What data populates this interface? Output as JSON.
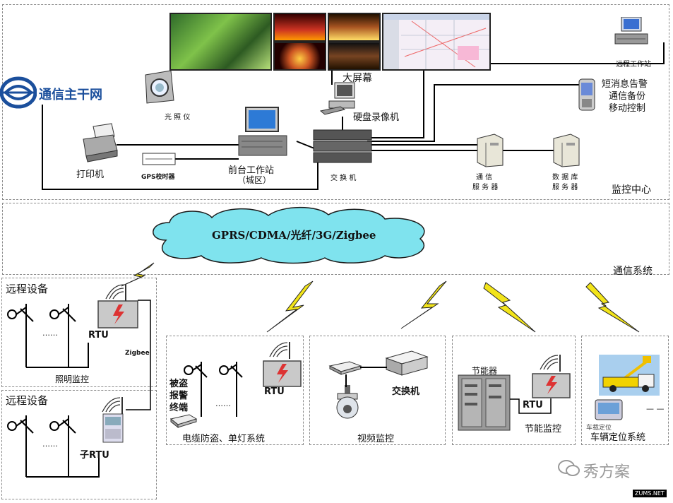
{
  "center": {
    "section_label": "监控中心",
    "big_screen": "大屏幕",
    "remote_workstation": "远程工作站",
    "sms_alarm": [
      "短消息告警",
      "通信备份",
      "移动控制"
    ],
    "dvr": "硬盘录像机",
    "photometer": "光 照 仪",
    "printer": "打印机",
    "gps": "GPS校时器",
    "front_workstation": [
      "前台工作站",
      "（城区）"
    ],
    "switch": "交 换 机",
    "comm_server": [
      "通   信",
      "服 务 器"
    ],
    "db_server": [
      "数 据 库",
      "服 务 器"
    ],
    "backbone": "通信主干网"
  },
  "network": {
    "cloud_text": "GPRS/CDMA/光纤/3G/Zigbee",
    "section_label": "通信系统"
  },
  "remote": {
    "title1": "远程设备",
    "title2": "远程设备",
    "rtu": "RTU",
    "zigbee": "Zigbee",
    "lighting": "照明监控",
    "sub_rtu": "子RTU",
    "dots": "……"
  },
  "cable": {
    "alarm_terminal": [
      "被盗",
      "报警",
      "终端"
    ],
    "rtu": "RTU",
    "caption": "电缆防盗、单灯系统",
    "dots": "……"
  },
  "video": {
    "switch": "交换机",
    "caption": "视频监控"
  },
  "energy": {
    "saver": "节能器",
    "rtu": "RTU",
    "caption": "节能监控"
  },
  "vehicle": {
    "gps_device": "车载定位",
    "caption": "车辆定位系统",
    "dash": "— —"
  },
  "watermark": {
    "text": "秀方案",
    "site": "ZUMS.NET"
  },
  "colors": {
    "cloud": "#7fe3ee",
    "bolt": "#f2e41a",
    "logo": "#1b4f9c",
    "rtu_red": "#d33"
  }
}
